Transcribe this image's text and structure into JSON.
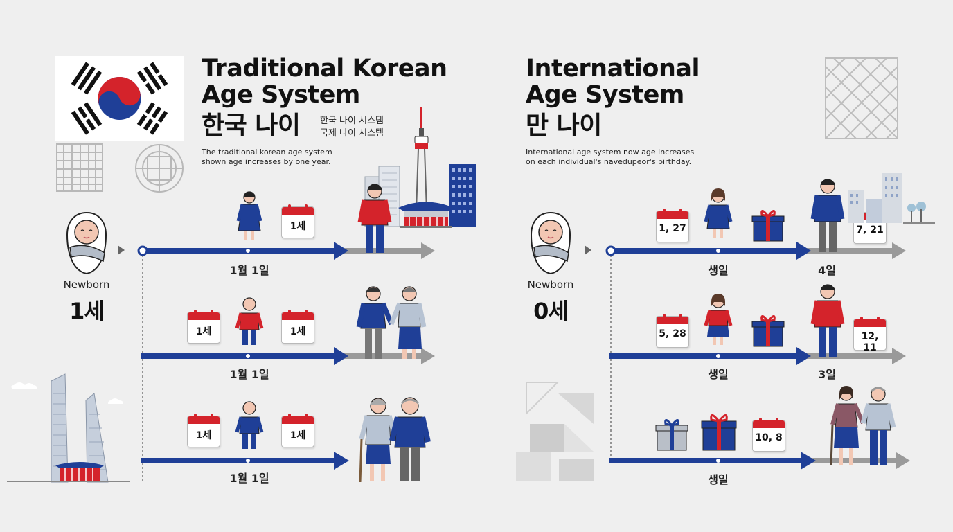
{
  "left": {
    "title_line1": "Traditional Korean",
    "title_line2": "Age System",
    "title_ko": "한국 나이",
    "subtitle_ko_1": "한국 나이 시스템",
    "subtitle_ko_2": "국제 나이 시스템",
    "desc_1": "The traditional korean age system",
    "desc_2": "shown age increases by one year.",
    "newborn_label": "Newborn",
    "newborn_age": "1세",
    "rows": [
      {
        "date_label": "1월 1일",
        "cal_1": "",
        "cal_2": "1세"
      },
      {
        "date_label": "1월 1일",
        "cal_1": "1세",
        "cal_2": "1세"
      },
      {
        "date_label": "1월 1일",
        "cal_1": "1세",
        "cal_2": "1세"
      }
    ]
  },
  "right": {
    "title_line1": "International",
    "title_line2": "Age System",
    "title_ko": "만 나이",
    "desc_1": "International age system now age increases",
    "desc_2": "on each individual's navedupeor's birthday.",
    "newborn_label": "Newborn",
    "newborn_age": "0세",
    "rows": [
      {
        "cal_1": "1, 27",
        "birthday_label": "생일",
        "end_label": "4일",
        "cal_2": "7, 21"
      },
      {
        "cal_1": "5, 28",
        "birthday_label": "생일",
        "end_label": "3일",
        "cal_2": "12, 11"
      },
      {
        "cal_1": "10, 8",
        "birthday_label": "생일",
        "end_label": "",
        "cal_2": ""
      }
    ]
  },
  "colors": {
    "blue": "#1f3f97",
    "red": "#d4232b",
    "gray_arrow": "#9a9a9a",
    "background": "#efefef"
  },
  "icons": [
    "korean-flag-icon",
    "newborn-baby-icon",
    "calendar-icon",
    "gift-box-icon",
    "namsan-tower-icon",
    "building-icon",
    "person-icon"
  ]
}
